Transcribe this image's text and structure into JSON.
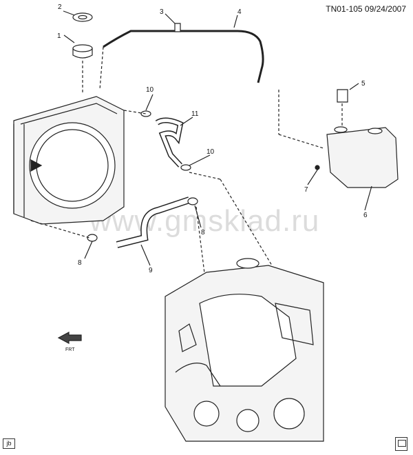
{
  "header": {
    "code": "TN01-105 09/24/2007"
  },
  "watermark": "www.gmsklad.ru",
  "footer": {
    "corner_tag": "jb"
  },
  "callouts": [
    {
      "id": "c1",
      "label": "1"
    },
    {
      "id": "c2",
      "label": "2"
    },
    {
      "id": "c3",
      "label": "3"
    },
    {
      "id": "c4",
      "label": "4"
    },
    {
      "id": "c5",
      "label": "5"
    },
    {
      "id": "c6",
      "label": "6"
    },
    {
      "id": "c7",
      "label": "7"
    },
    {
      "id": "c8a",
      "label": "8"
    },
    {
      "id": "c8b",
      "label": "8"
    },
    {
      "id": "c9",
      "label": "9"
    },
    {
      "id": "c10a",
      "label": "10"
    },
    {
      "id": "c10b",
      "label": "10"
    },
    {
      "id": "c11",
      "label": "11"
    }
  ],
  "front_arrow_text": "FRT",
  "colors": {
    "line": "#222222",
    "fill": "#f4f4f4"
  }
}
